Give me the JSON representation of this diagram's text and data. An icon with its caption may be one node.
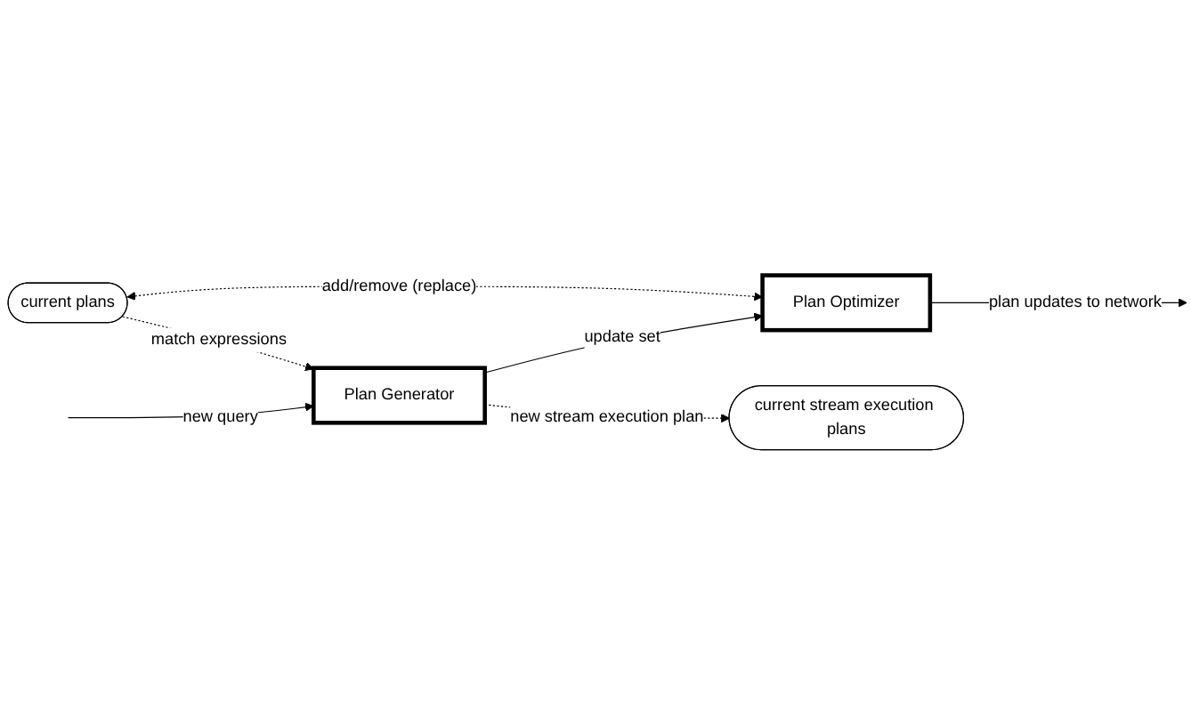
{
  "diagram": {
    "nodes": [
      {
        "text": [
          "Plan Generator"
        ]
      },
      {
        "text": [
          "Plan Optimizer"
        ]
      },
      {
        "text": [
          "current stream execution plans"
        ]
      },
      {
        "text": [
          "current plans"
        ]
      }
    ],
    "edges": [
      {
        "from": null,
        "to": 0,
        "arrow": "to",
        "label": "new query"
      },
      {
        "from": 0,
        "to": 1,
        "arrow": "to",
        "label": "update set"
      },
      {
        "from": 1,
        "to": null,
        "arrow": "to",
        "label": "plan updates to network"
      },
      {
        "from": 0,
        "to": 2,
        "arrow": "to",
        "label": "new stream execution plan",
        "style": "dashed"
      },
      {
        "from": 3,
        "to": 0,
        "arrow": "to",
        "label": "match expressions",
        "style": "dashed"
      },
      {
        "from": 3,
        "to": 1,
        "arrow": "both",
        "label": "add/remove (replace)",
        "style": "dashed"
      }
    ]
  }
}
